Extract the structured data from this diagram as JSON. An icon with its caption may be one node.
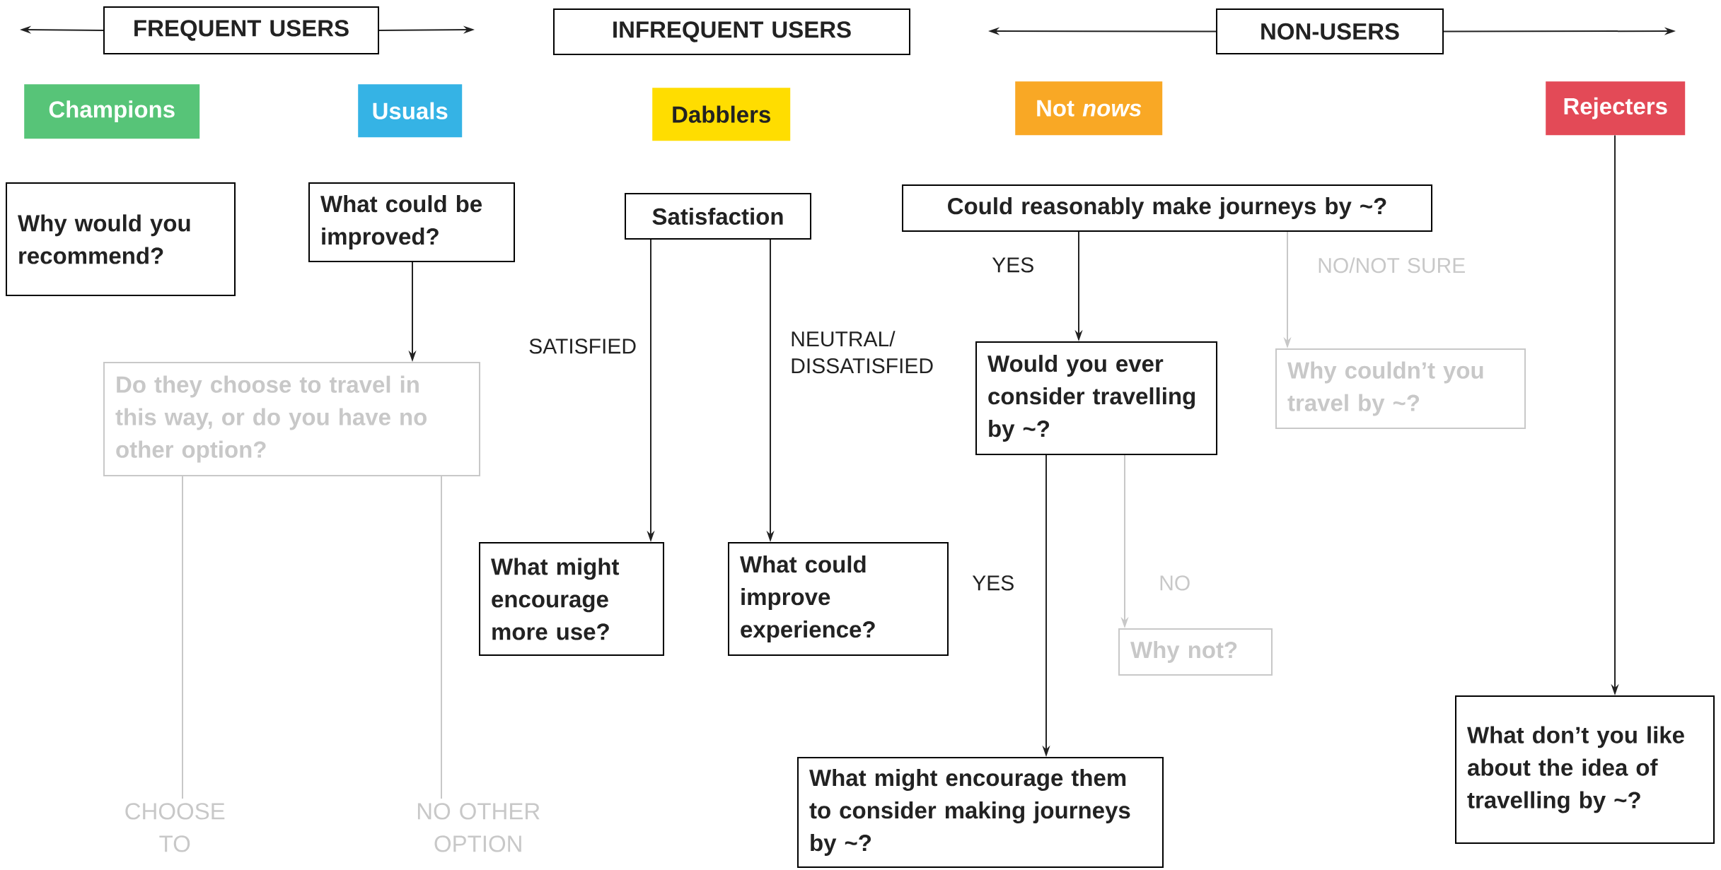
{
  "diagram": {
    "nodes": [
      {
        "text": [
          "FREQUENT USERS"
        ]
      },
      {
        "text": [
          "INFREQUENT USERS"
        ]
      },
      {
        "text": [
          "NON-USERS"
        ]
      },
      {
        "text": [
          "Champions"
        ]
      },
      {
        "text": [
          "Usuals"
        ]
      },
      {
        "text": [
          "Dabblers"
        ]
      },
      {
        "text": [
          "Not *nows*"
        ]
      },
      {
        "text": [
          "Rejecters"
        ]
      },
      {
        "text": [
          "Why would you recommend?"
        ]
      },
      {
        "text": [
          "What could be improved?"
        ]
      },
      {
        "text": [
          "Do they choose to travel in this way, or do you have no other option?"
        ]
      },
      {
        "text": [
          "Satisfaction"
        ]
      },
      {
        "text": [
          "What might encourage more use?"
        ]
      },
      {
        "text": [
          "What could improve experience?"
        ]
      },
      {
        "text": [
          "Could reasonably make journeys by ~?"
        ]
      },
      {
        "text": [
          "Would you ever consider travelling by ~?"
        ]
      },
      {
        "text": [
          "Why couldn’t you travel by ~?"
        ]
      },
      {
        "text": [
          "Why not?"
        ]
      },
      {
        "text": [
          "What might encourage them to consider making journeys by ~?"
        ]
      },
      {
        "text": [
          "What don’t you like about the idea of travelling by ~?"
        ]
      },
      {
        "text": [
          "CHOOSE TO"
        ]
      },
      {
        "text": [
          "NO OTHER OPTION"
        ]
      }
    ],
    "edges": [
      {
        "from": 0,
        "to": null,
        "arrow": "to"
      },
      {
        "from": 0,
        "to": null,
        "arrow": "to"
      },
      {
        "from": 2,
        "to": null,
        "arrow": "to"
      },
      {
        "from": 2,
        "to": null,
        "arrow": "to"
      },
      {
        "from": 9,
        "to": 10,
        "arrow": "to"
      },
      {
        "from": 10,
        "to": 20,
        "arrow": "none",
        "color": "#c8c8c8"
      },
      {
        "from": 10,
        "to": 21,
        "arrow": "none",
        "color": "#c8c8c8"
      },
      {
        "from": 11,
        "to": 12,
        "arrow": "to",
        "label": "SATISFIED"
      },
      {
        "from": 11,
        "to": 13,
        "arrow": "to",
        "label": "NEUTRAL/ DISSATISFIED"
      },
      {
        "from": 14,
        "to": 15,
        "arrow": "to",
        "label": "YES"
      },
      {
        "from": 14,
        "to": 16,
        "arrow": "to",
        "label": "NO/NOT SURE",
        "color": "#c8c8c8"
      },
      {
        "from": 15,
        "to": 18,
        "arrow": "to",
        "label": "YES"
      },
      {
        "from": 15,
        "to": 17,
        "arrow": "to",
        "label": "NO",
        "color": "#c8c8c8"
      },
      {
        "from": 7,
        "to": 19,
        "arrow": "to"
      }
    ]
  }
}
